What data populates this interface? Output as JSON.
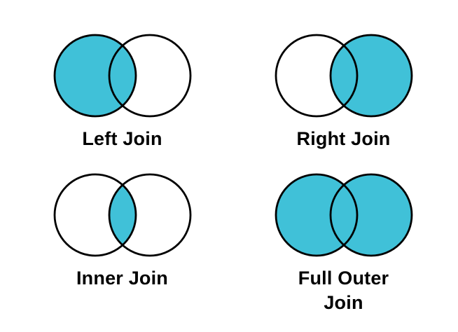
{
  "page": {
    "background": "#ffffff",
    "description": "Four Venn diagrams illustrating SQL join types"
  },
  "colors": {
    "shade_fill": "#40C1D8",
    "unshaded_fill": "#FFFFFF",
    "circle_outline": "#000000",
    "label_text": "#000000"
  },
  "diagrams": [
    {
      "id": "left-join",
      "label": "Left Join",
      "shaded_regions": [
        "left",
        "intersection"
      ],
      "left_fill": "#40C1D8",
      "right_fill": "#FFFFFF",
      "intersection_fill": "#40C1D8"
    },
    {
      "id": "right-join",
      "label": "Right Join",
      "shaded_regions": [
        "right",
        "intersection"
      ],
      "left_fill": "#FFFFFF",
      "right_fill": "#40C1D8",
      "intersection_fill": "#40C1D8"
    },
    {
      "id": "inner-join",
      "label": "Inner Join",
      "shaded_regions": [
        "intersection"
      ],
      "left_fill": "#FFFFFF",
      "right_fill": "#FFFFFF",
      "intersection_fill": "#40C1D8"
    },
    {
      "id": "full-outer-join",
      "label": "Full Outer Join",
      "shaded_regions": [
        "left",
        "right",
        "intersection"
      ],
      "left_fill": "#40C1D8",
      "right_fill": "#40C1D8",
      "intersection_fill": "#40C1D8"
    }
  ]
}
